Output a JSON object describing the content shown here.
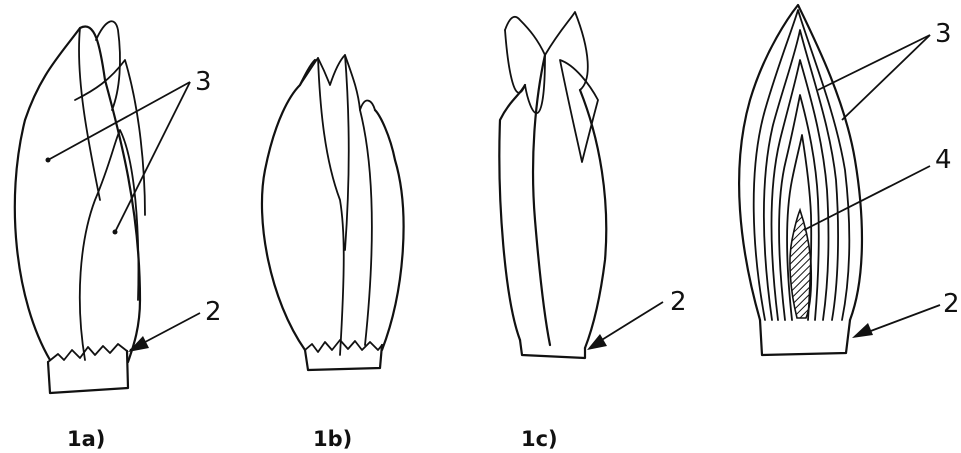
{
  "figure": {
    "callouts": {
      "fig_1a_leaves": "3",
      "fig_1a_base": "2",
      "fig_1c_base": "2",
      "fig_4_leaves": "3",
      "fig_4_core": "4",
      "fig_4_base": "2"
    },
    "captions": {
      "a": "1a)",
      "b": "1b)",
      "c": "1c)"
    }
  }
}
